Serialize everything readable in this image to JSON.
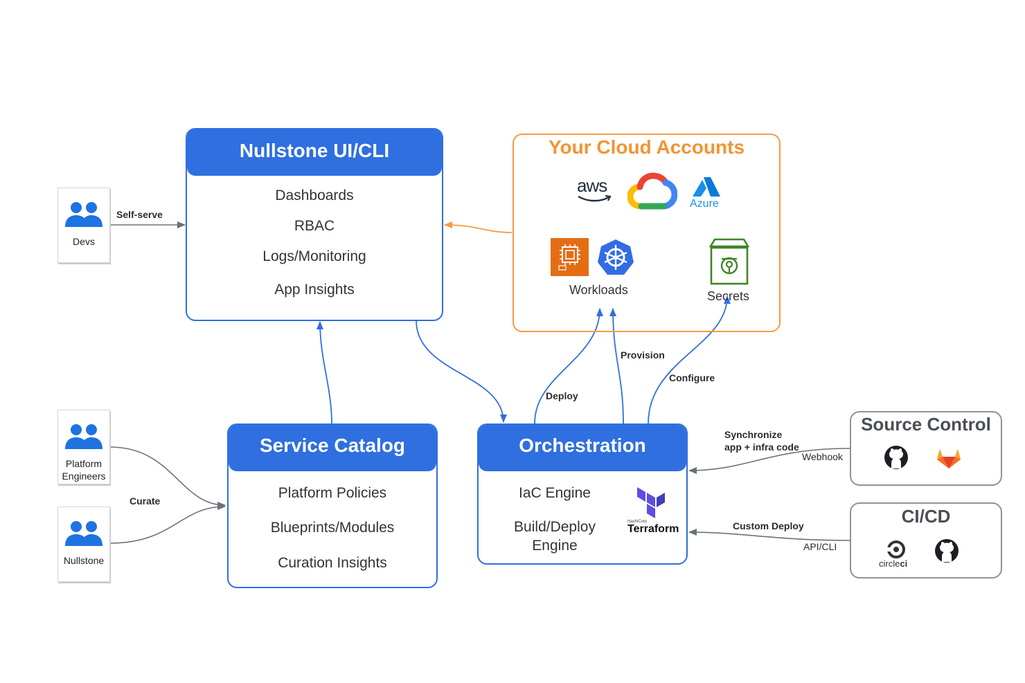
{
  "actors": {
    "devs": "Devs",
    "platform_engineers_line1": "Platform",
    "platform_engineers_line2": "Engineers",
    "nullstone": "Nullstone"
  },
  "nullstone_ui": {
    "title": "Nullstone UI/CLI",
    "items": [
      "Dashboards",
      "RBAC",
      "Logs/Monitoring",
      "App Insights"
    ]
  },
  "service_catalog": {
    "title": "Service Catalog",
    "items": [
      "Platform Policies",
      "Blueprints/Modules",
      "Curation Insights"
    ]
  },
  "orchestration": {
    "title": "Orchestration",
    "items": [
      "IaC Engine",
      "Build/Deploy",
      "Engine"
    ]
  },
  "cloud": {
    "title": "Your Cloud Accounts",
    "aws": "aws",
    "azure": "Azure",
    "workloads": "Workloads",
    "secrets": "Secrets"
  },
  "terraform": {
    "small": "HashiCorp",
    "name": "Terraform"
  },
  "source_control": {
    "title": "Source Control"
  },
  "cicd": {
    "title": "CI/CD",
    "circleci_a": "circle",
    "circleci_b": "ci"
  },
  "edges": {
    "self_serve": "Self-serve",
    "curate": "Curate",
    "deploy": "Deploy",
    "provision": "Provision",
    "configure": "Configure",
    "synchronize_1": "Synchronize",
    "synchronize_2": "app + infra code",
    "webhook": "Webhook",
    "custom_deploy": "Custom Deploy",
    "api_cli": "API/CLI"
  },
  "colors": {
    "blue": "#2f6fe0",
    "orange": "#f59b42",
    "grey": "#6b7178",
    "person": "#1e73e0"
  }
}
